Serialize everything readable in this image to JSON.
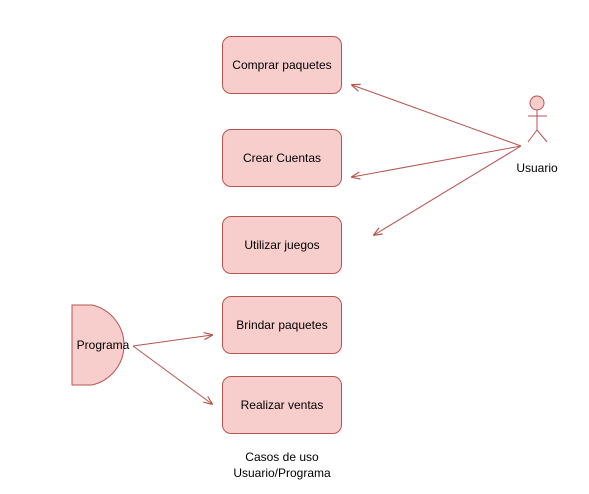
{
  "use_cases": [
    {
      "label": "Comprar paquetes"
    },
    {
      "label": "Crear Cuentas"
    },
    {
      "label": "Utilizar juegos"
    },
    {
      "label": "Brindar paquetes"
    },
    {
      "label": "Realizar ventas"
    }
  ],
  "actors": {
    "usuario": {
      "label": "Usuario"
    },
    "programa": {
      "label": "Programa"
    }
  },
  "caption": {
    "line1": "Casos de uso",
    "line2": "Usuario/Programa"
  },
  "colors": {
    "fill": "#f8cecc",
    "stroke": "#b85450"
  }
}
